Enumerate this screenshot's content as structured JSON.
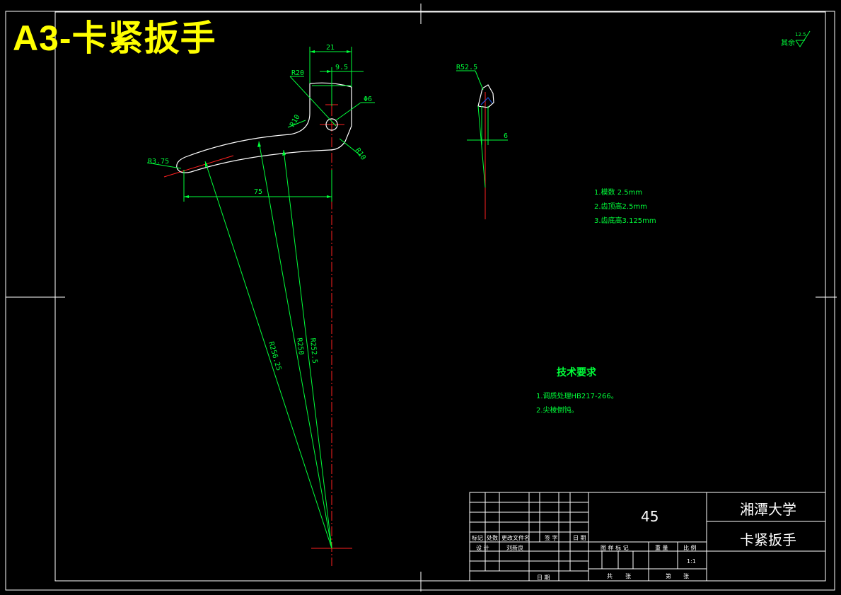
{
  "title": "A3-卡紧扳手",
  "colors": {
    "background": "#000000",
    "outline": "#ffffff",
    "dimension": "#00ff3a",
    "centerline": "#ff2020",
    "banner": "#ffff00"
  },
  "roughness": {
    "label": "其余",
    "value": "12.5"
  },
  "dimensions": {
    "d21": "21",
    "d9_5": "9.5",
    "r20": "R20",
    "phi6": "Φ6",
    "r10_left": "R10",
    "r10_right": "R10",
    "r3_75": "R3.75",
    "d75": "75",
    "r256_25": "R256.25",
    "r250": "R250",
    "r252_5": "R252.5",
    "r52_5": "R52.5",
    "d6": "6"
  },
  "gear_params": [
    "1.模数 2.5mm",
    "2.齿顶高2.5mm",
    "3.齿底高3.125mm"
  ],
  "tech_requirements": {
    "title": "技术要求",
    "items": [
      "1.调质处理HB217-266。",
      "2.尖棱倒钝。"
    ]
  },
  "title_block": {
    "material": "45",
    "school": "湘潭大学",
    "part_name": "卡紧扳手",
    "scale": "1:1",
    "headers": {
      "mark": "标记",
      "count": "处数",
      "doc": "更改文件名",
      "sign": "签 字",
      "date": "日 期",
      "design": "设 计",
      "designer": "刘新良",
      "stage": "图 样 标 记",
      "weight": "重 量",
      "ratio": "比 例",
      "date2": "日 期",
      "total": "共",
      "sheets": "张",
      "sheet": "第",
      "sheets2": "张"
    }
  }
}
